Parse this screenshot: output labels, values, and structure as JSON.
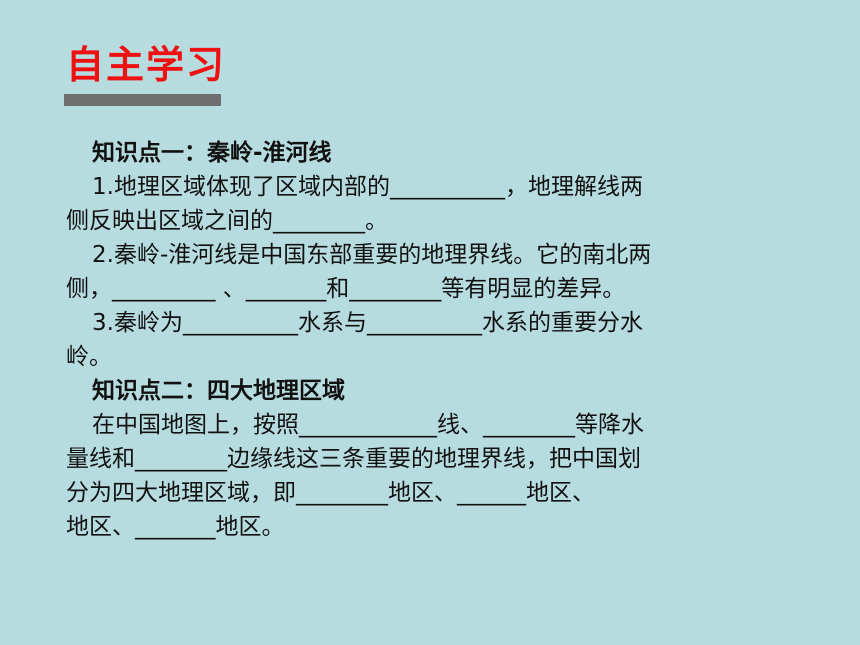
{
  "slide": {
    "title": "自主学习",
    "lines": [
      {
        "indent": true,
        "bold": true,
        "text": "知识点一：秦岭-淮河线"
      },
      {
        "indent": true,
        "bold": false,
        "text": "1.地理区域体现了区域内部的__________，地理解线两"
      },
      {
        "indent": false,
        "bold": false,
        "text": "侧反映出区域之间的________。"
      },
      {
        "indent": true,
        "bold": false,
        "text": "2.秦岭-淮河线是中国东部重要的地理界线。它的南北两"
      },
      {
        "indent": false,
        "bold": false,
        "text": "侧，_________ 、_______和________等有明显的差异。"
      },
      {
        "indent": true,
        "bold": false,
        "text": "3.秦岭为__________水系与__________水系的重要分水"
      },
      {
        "indent": false,
        "bold": false,
        "text": "岭。"
      },
      {
        "indent": true,
        "bold": true,
        "text": "知识点二：四大地理区域"
      },
      {
        "indent": true,
        "bold": false,
        "text": "在中国地图上，按照____________线、________等降水"
      },
      {
        "indent": false,
        "bold": false,
        "text": "量线和________边缘线这三条重要的地理界线，把中国划"
      },
      {
        "indent": false,
        "bold": false,
        "text": "分为四大地理区域，即________地区、______地区、"
      },
      {
        "indent": false,
        "bold": false,
        "text": "地区、_______地区。"
      }
    ]
  }
}
